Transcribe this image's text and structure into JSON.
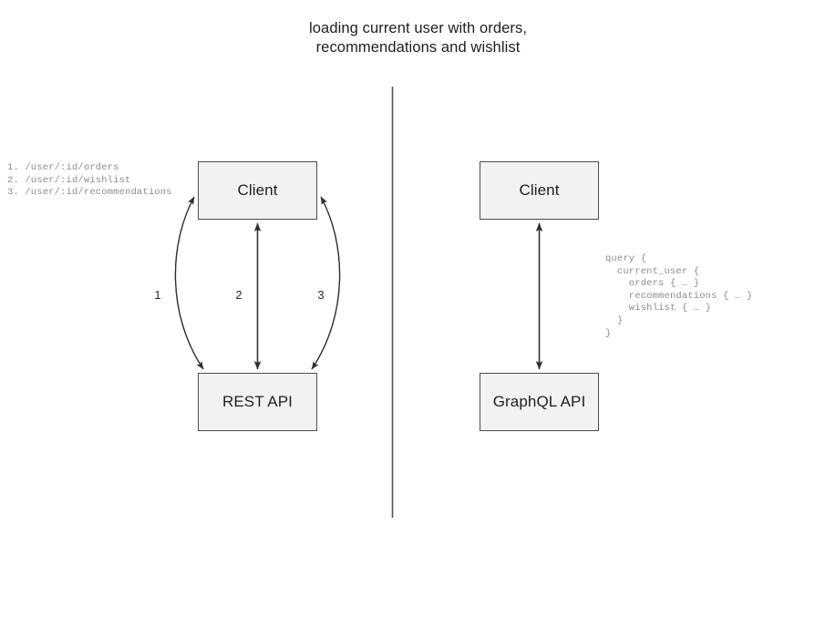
{
  "title": "loading current user with orders,\nrecommendations and wishlist",
  "colors": {
    "node_fill": "#f2f2f2",
    "node_border": "#4d4d4d",
    "edge": "#3a3a3a",
    "divider": "#555555",
    "code_text": "#8c8c8c",
    "title_text": "#1f1f1f",
    "background": "#ffffff"
  },
  "left_panel": {
    "name": "rest-approach",
    "nodes": {
      "client": "Client",
      "api": "REST API"
    },
    "edge_labels": [
      "1",
      "2",
      "3"
    ],
    "annotation": "1. /user/:id/orders\n2. /user/:id/wishlist\n3. /user/:id/recommendations",
    "endpoints": [
      {
        "number": "1.",
        "path": "/user/:id/orders"
      },
      {
        "number": "2.",
        "path": "/user/:id/wishlist"
      },
      {
        "number": "3.",
        "path": "/user/:id/recommendations"
      }
    ]
  },
  "right_panel": {
    "name": "graphql-approach",
    "nodes": {
      "client": "Client",
      "api": "GraphQL API"
    },
    "annotation": "query {\n  current_user {\n    orders { … }\n    recommendations { … }\n    wishlist { … }\n  }\n}",
    "query_lines": [
      "query {",
      "  current_user {",
      "    orders { … }",
      "    recommendations { … }",
      "    wishlist { … }",
      "  }",
      "}"
    ]
  }
}
